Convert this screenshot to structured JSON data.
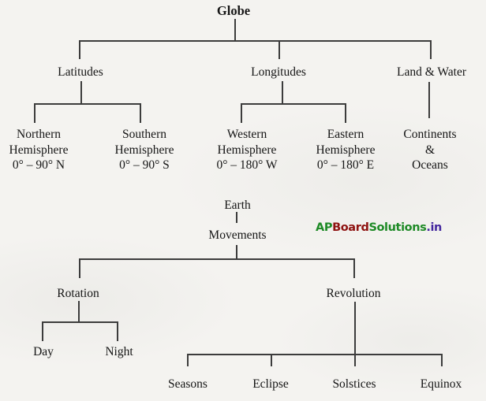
{
  "tree1": {
    "root": "Globe",
    "branches": [
      {
        "label": "Latitudes",
        "children": [
          {
            "lines": [
              "Northern",
              "Hemisphere",
              "0° – 90° N"
            ]
          },
          {
            "lines": [
              "Southern",
              "Hemisphere",
              "0° – 90° S"
            ]
          }
        ]
      },
      {
        "label": "Longitudes",
        "children": [
          {
            "lines": [
              "Western",
              "Hemisphere",
              "0° – 180° W"
            ]
          },
          {
            "lines": [
              "Eastern",
              "Hemisphere",
              "0° – 180° E"
            ]
          }
        ]
      },
      {
        "label": "Land & Water",
        "children": [
          {
            "lines": [
              "Continents",
              "&",
              "Oceans"
            ]
          }
        ]
      }
    ]
  },
  "tree2": {
    "root": "Earth",
    "child": "Movements",
    "branches": [
      {
        "label": "Rotation",
        "children": [
          "Day",
          "Night"
        ]
      },
      {
        "label": "Revolution",
        "children": [
          "Seasons",
          "Eclipse",
          "Solstices",
          "Equinox"
        ]
      }
    ]
  },
  "watermark": {
    "segments": [
      {
        "text": "AP",
        "color": "#1e8a26"
      },
      {
        "text": "Board",
        "color": "#8e1210"
      },
      {
        "text": "Solutions",
        "color": "#1e8a26"
      },
      {
        "text": ".in",
        "color": "#43269e"
      }
    ]
  }
}
